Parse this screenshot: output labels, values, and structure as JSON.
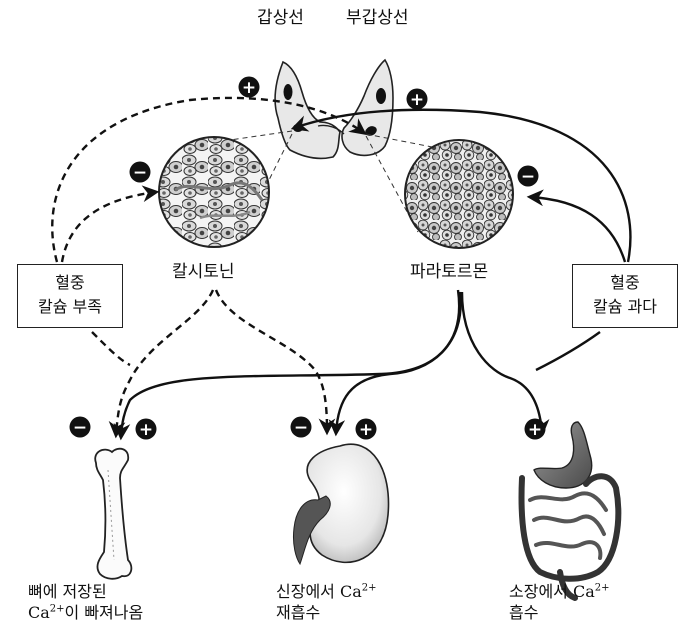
{
  "labels": {
    "thyroid": "갑상선",
    "parathyroid": "부갑상선",
    "calcitonin": "칼시토닌",
    "pth": "파라토르몬"
  },
  "boxes": {
    "low_calcium": {
      "line1": "혈중",
      "line2": "칼슘 부족"
    },
    "high_calcium": {
      "line1": "혈중",
      "line2": "칼슘 과다"
    }
  },
  "captions": {
    "bone": {
      "line1": "뼈에 저장된",
      "line2_prefix": "Ca",
      "line2_sup": "2+",
      "line2_suffix": "이 빠져나옴"
    },
    "kidney": {
      "line1_prefix": "신장에서 Ca",
      "line1_sup": "2+",
      "line2": "재흡수"
    },
    "intestine": {
      "line1_prefix": "소장에서 Ca",
      "line1_sup": "2+",
      "line2": "흡수"
    }
  },
  "symbols": {
    "plus": "+",
    "minus": "−"
  }
}
